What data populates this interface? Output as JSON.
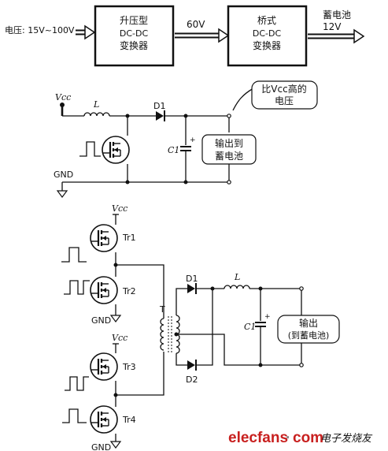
{
  "block_diagram": {
    "input_label": "电压: 15V~100V",
    "boost_line1": "升压型",
    "boost_line2": "DC-DC",
    "boost_line3": "变换器",
    "mid_voltage": "60V",
    "bridge_line1": "桥式",
    "bridge_line2": "DC-DC",
    "bridge_line3": "变换器",
    "output_line1": "蓄电池",
    "output_line2": "12V"
  },
  "boost_circuit": {
    "vcc": "Vcc",
    "inductor": "L",
    "diode": "D1",
    "capacitor": "C1",
    "cap_plus": "+",
    "gnd": "GND",
    "callout_line1": "比Vcc高的",
    "callout_line2": "电压",
    "output_line1": "输出到",
    "output_line2": "蓄电池"
  },
  "bridge_circuit": {
    "vcc_top": "Vcc",
    "vcc_mid": "Vcc",
    "tr1": "Tr1",
    "tr2": "Tr2",
    "tr3": "Tr3",
    "tr4": "Tr4",
    "gnd_top": "GND",
    "gnd_bottom": "GND",
    "transformer": "T",
    "d1": "D1",
    "d2": "D2",
    "inductor": "L",
    "capacitor": "C1",
    "cap_plus": "+",
    "output_line1": "输出",
    "output_line2": "(到蓄电池)"
  },
  "watermark": {
    "brand": "elecfans",
    "dot": "·",
    "domain": "com",
    "slogan": "电子发烧友"
  }
}
